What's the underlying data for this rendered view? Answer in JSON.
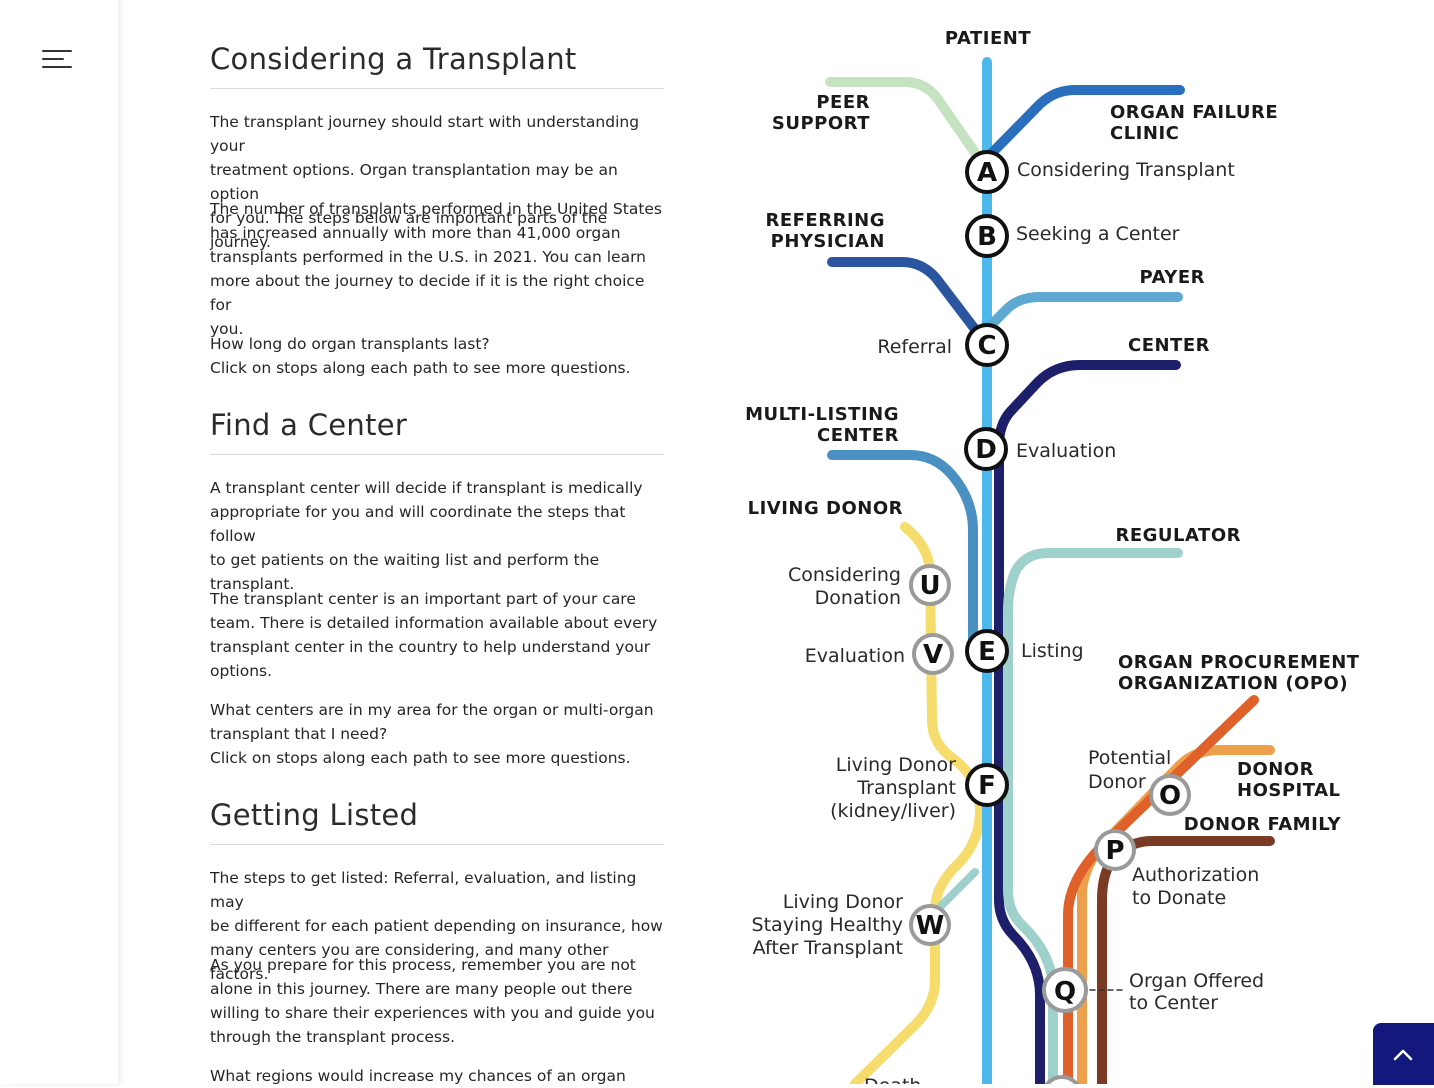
{
  "sidebar": {
    "menu_icon": "hamburger-menu-icon"
  },
  "sections": [
    {
      "title": "Considering a Transplant",
      "paragraphs": [
        [
          "The transplant journey should start with understanding your",
          "treatment options. Organ transplantation may be an option",
          "for you. The steps below are important parts of the journey."
        ],
        [
          "The number of transplants performed in the United States",
          "has increased annually with more than 41,000 organ",
          "transplants performed in the U.S. in 2021. You can learn",
          "more about the journey to decide if it is the right choice for",
          "you."
        ],
        [
          "How long do organ transplants last?",
          "Click on stops along each path to see more questions."
        ]
      ]
    },
    {
      "title": "Find a Center",
      "paragraphs": [
        [
          "A transplant center will decide if transplant is medically",
          "appropriate for you and will coordinate the steps that follow",
          "to get patients on the waiting list and perform the",
          "transplant."
        ],
        [
          "The transplant center is an important part of your care",
          "team. There is detailed information available about every",
          "transplant center in the country to help understand your",
          "options."
        ],
        [
          "What centers are in my area for the organ or multi-organ",
          "transplant that I need?",
          "Click on stops along each path to see more questions."
        ]
      ]
    },
    {
      "title": "Getting Listed",
      "paragraphs": [
        [
          "The steps to get listed: Referral, evaluation, and listing may",
          "be different for each patient depending on insurance, how",
          "many centers you are considering, and many other factors."
        ],
        [
          "As you prepare for this process, remember you are not",
          "alone in this journey. There are many people out there",
          "willing to share their experiences with you and guide you",
          "through the transplant process."
        ],
        [
          "What regions would increase my chances of an organ"
        ]
      ]
    }
  ],
  "map": {
    "lines": {
      "patient": "PATIENT",
      "peer_support": [
        "PEER",
        "SUPPORT"
      ],
      "organ_failure_clinic": [
        "ORGAN FAILURE",
        "CLINIC"
      ],
      "referring_physician": [
        "REFERRING",
        "PHYSICIAN"
      ],
      "payer": "PAYER",
      "center": "CENTER",
      "multi_listing_center": [
        "MULTI-LISTING",
        "CENTER"
      ],
      "living_donor": "LIVING DONOR",
      "regulator": "REGULATOR",
      "opo": [
        "ORGAN PROCUREMENT",
        "ORGANIZATION (OPO)"
      ],
      "donor_hospital": [
        "DONOR",
        "HOSPITAL"
      ],
      "donor_family": "DONOR FAMILY"
    },
    "stops": {
      "A": {
        "letter": "A",
        "label": [
          "Considering Transplant"
        ]
      },
      "B": {
        "letter": "B",
        "label": [
          "Seeking a Center"
        ]
      },
      "C": {
        "letter": "C",
        "label": [
          "Referral"
        ]
      },
      "D": {
        "letter": "D",
        "label": [
          "Evaluation"
        ]
      },
      "E": {
        "letter": "E",
        "label": [
          "Listing"
        ]
      },
      "F": {
        "letter": "F",
        "label": [
          "Living Donor",
          "Transplant",
          "(kidney/liver)"
        ]
      },
      "U": {
        "letter": "U",
        "label": [
          "Considering",
          "Donation"
        ]
      },
      "V": {
        "letter": "V",
        "label": [
          "Evaluation"
        ]
      },
      "W": {
        "letter": "W",
        "label": [
          "Living Donor",
          "Staying Healthy",
          "After Transplant"
        ]
      },
      "O": {
        "letter": "O",
        "label": [
          "Potential",
          "Donor"
        ]
      },
      "P": {
        "letter": "P",
        "label": [
          "Authorization",
          "to Donate"
        ]
      },
      "Q": {
        "letter": "Q",
        "label": [
          "Organ Offered",
          "to Center"
        ]
      }
    },
    "partial_label": "Death",
    "colors": {
      "patient": "#4db8ec",
      "peer_support": "#c6e3c1",
      "organ_failure_clinic": "#2a6fbd",
      "referring_physician": "#2b559e",
      "payer": "#5da9d1",
      "center": "#1e1f6b",
      "multi_listing_center": "#4a90c2",
      "living_donor": "#f5dc6c",
      "regulator": "#9ed0cc",
      "opo": "#e0602a",
      "donor_hospital": "#eda04b",
      "donor_family": "#7b3a24"
    }
  },
  "scroll_top": {
    "icon": "chevron-up-icon"
  }
}
